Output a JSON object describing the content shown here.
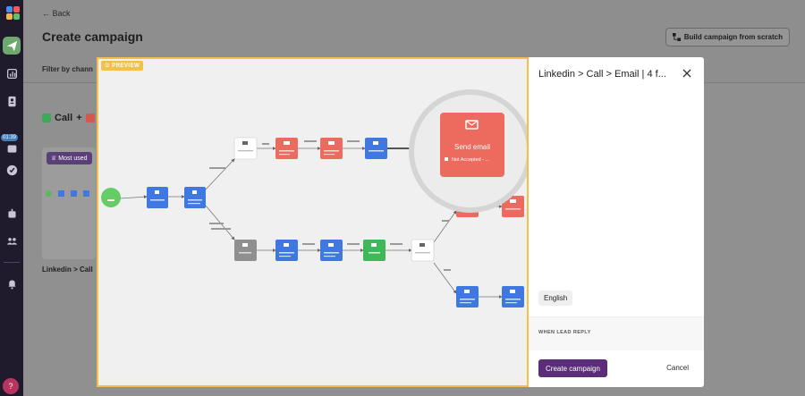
{
  "nav": {
    "badge": "01:39"
  },
  "page": {
    "back": "Back",
    "title": "Create campaign",
    "build_button": "Build campaign from scratch",
    "filter_label": "Filter by chann",
    "channel_title": "Call",
    "channel_plus": "+",
    "most_used": "Most used",
    "card_title": "Linkedin > Call"
  },
  "modal": {
    "preview_tag": "PREVIEW",
    "title": "Linkedin > Call > Email | 4 f...",
    "language": "English",
    "lead_reply": "WHEN LEAD REPLY",
    "create": "Create campaign",
    "cancel": "Cancel",
    "zoom_node_title": "Send email",
    "zoom_node_status": "Not Accepted - ..."
  },
  "colors": {
    "linkedin_blue": "#3f78e0",
    "email_red": "#ec6b5e",
    "call_green": "#3fb85a",
    "start_green": "#66cc66",
    "wait_grey": "#8f8f8f",
    "accent_purple": "#5b2d79",
    "preview_yellow": "#f2c14a"
  }
}
